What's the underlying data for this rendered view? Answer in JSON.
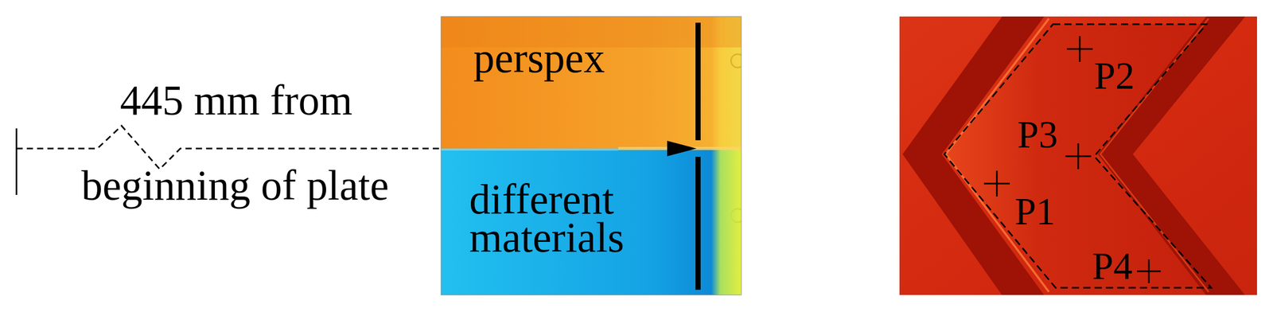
{
  "diagram": {
    "labels": [
      "445 mm from",
      "beginning of plate",
      "perspex",
      "different materials",
      "P2",
      "P3",
      "P1",
      "P4"
    ]
  }
}
